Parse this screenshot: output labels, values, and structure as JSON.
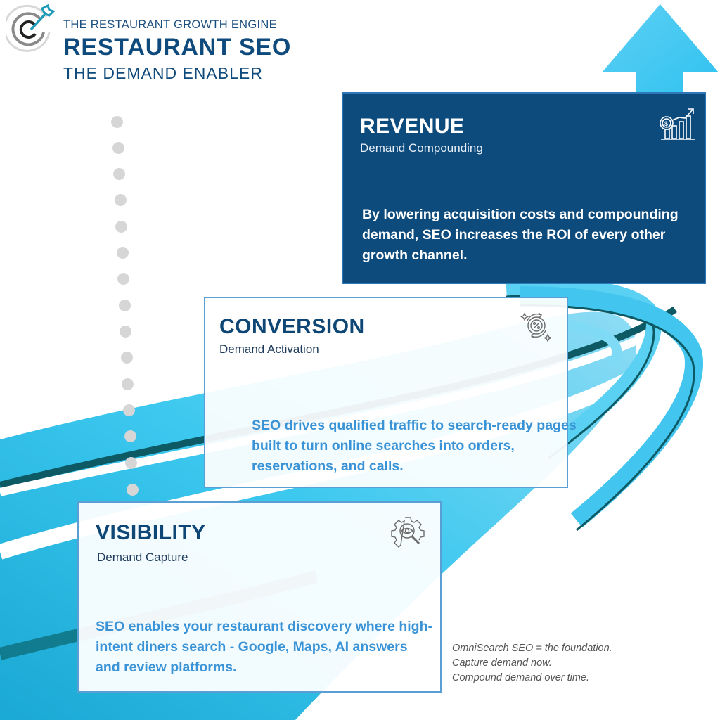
{
  "header": {
    "kicker": "THE RESTAURANT GROWTH ENGINE",
    "title": "RESTAURANT SEO",
    "subtitle": "THE DEMAND ENABLER",
    "logo_icon": "target-arrow-icon"
  },
  "colors": {
    "navy": "#0e4b7d",
    "accent_blue": "#3a93d6",
    "road_cyan": "#33c3ec",
    "arrow_cyan": "#4dcaf2",
    "dot_gray": "#d6d6d6"
  },
  "stages": [
    {
      "title": "REVENUE",
      "tag": "Demand Compounding",
      "body": "By lowering acquisition costs and compounding demand, SEO increases the ROI of every other growth channel.",
      "icon": "revenue-growth-chart-icon"
    },
    {
      "title": "CONVERSION",
      "tag": "Demand Activation",
      "body": "SEO drives qualified traffic to search-ready pages built to turn online searches into orders, reservations, and calls.",
      "icon": "percent-cycle-icon"
    },
    {
      "title": "VISIBILITY",
      "tag": "Demand Capture",
      "body": "SEO enables your restaurant discovery where high-intent diners search - Google, Maps, AI answers and review platforms.",
      "icon": "gear-eye-search-icon"
    }
  ],
  "footer": {
    "lines": [
      "OmniSearch SEO = the foundation.",
      "Capture demand now.",
      "Compound demand over time."
    ]
  },
  "decor": {
    "up_arrow": "up-arrow-icon",
    "dotted_path_count": 15
  }
}
